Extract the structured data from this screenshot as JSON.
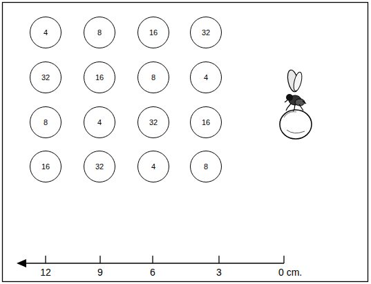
{
  "diagram": {
    "nodes": [
      {
        "text": [
          "4"
        ]
      },
      {
        "text": [
          "8"
        ]
      },
      {
        "text": [
          "16"
        ]
      },
      {
        "text": [
          "32"
        ]
      },
      {
        "text": [
          "32"
        ]
      },
      {
        "text": [
          "16"
        ]
      },
      {
        "text": [
          "8"
        ]
      },
      {
        "text": [
          "4"
        ]
      },
      {
        "text": [
          "8"
        ]
      },
      {
        "text": [
          "4"
        ]
      },
      {
        "text": [
          "32"
        ]
      },
      {
        "text": [
          "16"
        ]
      },
      {
        "text": [
          "16"
        ]
      },
      {
        "text": [
          "32"
        ]
      },
      {
        "text": [
          "4"
        ]
      },
      {
        "text": [
          "8"
        ]
      }
    ],
    "labels": [
      "12",
      "9",
      "6",
      "3",
      "0 cm."
    ]
  }
}
